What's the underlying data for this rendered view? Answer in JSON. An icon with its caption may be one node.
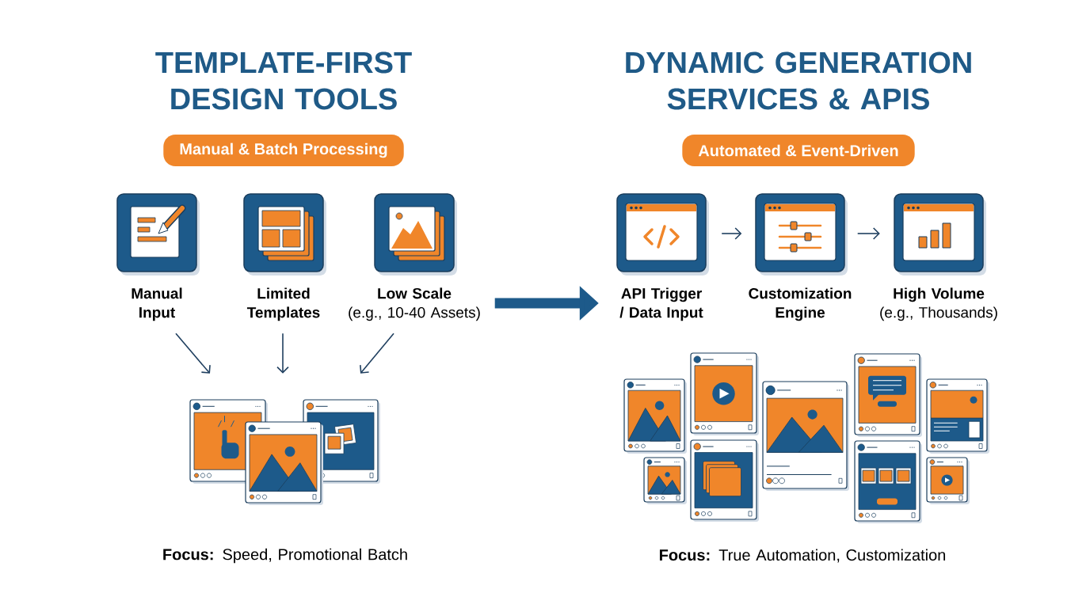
{
  "diagram": {
    "nodes": [
      {
        "text": [
          "Manual & Batch Processing"
        ]
      },
      {
        "text": [
          "Manual Input"
        ]
      },
      {
        "text": [
          "Limited Templates"
        ]
      },
      {
        "text": [
          "Low Scale",
          "(e.g., 10-40 Assets)"
        ]
      },
      {
        "text": [],
        "shape": "picture"
      },
      {
        "text": [
          "Automated & Event-Driven"
        ]
      },
      {
        "text": [
          "API Trigger / Data Input"
        ]
      },
      {
        "text": [
          "Customization Engine"
        ]
      },
      {
        "text": [
          "High Volume",
          "(e.g., Thousands)"
        ]
      },
      {
        "text": [],
        "shape": "picture"
      }
    ],
    "edges": [
      {
        "from": 1,
        "to": 4,
        "arrow": "to"
      },
      {
        "from": 2,
        "to": 4,
        "arrow": "to"
      },
      {
        "from": 3,
        "to": 4,
        "arrow": "to"
      },
      {
        "from": 3,
        "to": 6,
        "arrow": "to",
        "style": "thick"
      },
      {
        "from": 6,
        "to": 7,
        "arrow": "to"
      },
      {
        "from": 7,
        "to": 8,
        "arrow": "to"
      }
    ],
    "labels": [
      "TEMPLATE-FIRST DESIGN TOOLS",
      "DYNAMIC GENERATION SERVICES & APIS",
      "**Focus:** Speed, Promotional Batch",
      "**Focus:** True Automation, Customization"
    ]
  }
}
